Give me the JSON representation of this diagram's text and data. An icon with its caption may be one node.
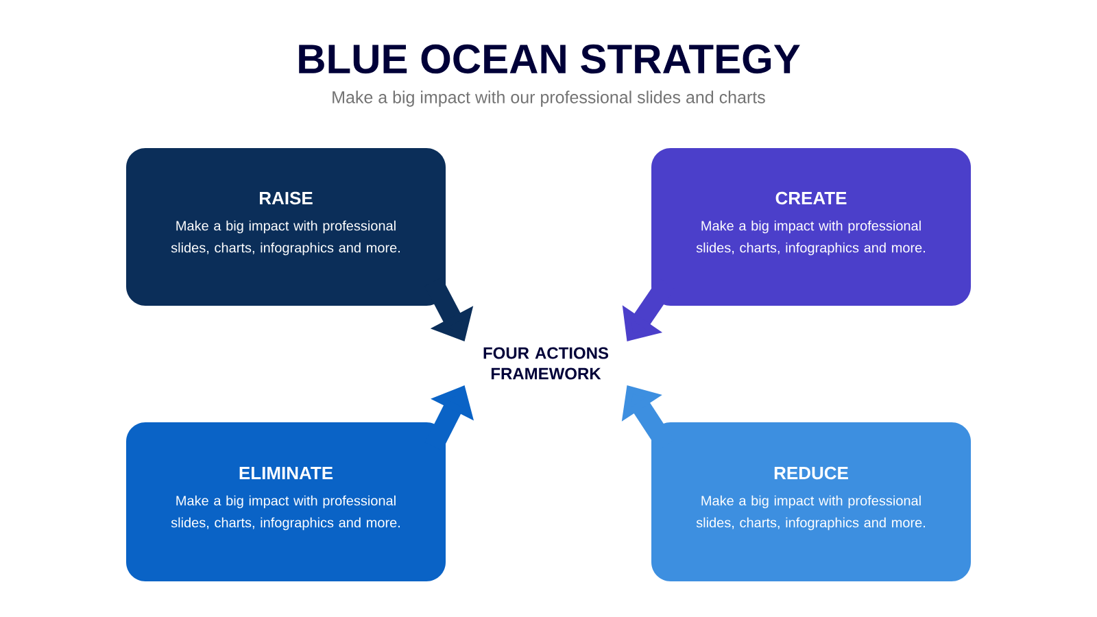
{
  "diagram": {
    "title": "BLUE OCEAN STRATEGY",
    "nodes": [
      {
        "text": [
          "RAISE",
          "Make a big impact with professional slides, charts, infographics and more."
        ]
      },
      {
        "text": [
          "CREATE",
          "Make a big impact with professional slides, charts, infographics and more."
        ]
      },
      {
        "text": [
          "FOUR ACTIONS FRAMEWORK"
        ]
      },
      {
        "text": [
          "ELIMINATE",
          "Make a big impact with professional slides, charts, infographics and more."
        ]
      },
      {
        "text": [
          "REDUCE",
          "Make a big impact with professional slides, charts, infographics and more."
        ]
      }
    ],
    "edges": [
      {
        "from": 0,
        "to": 2,
        "arrow": "to",
        "color": "#0b2e59"
      },
      {
        "from": 1,
        "to": 2,
        "arrow": "to",
        "color": "#4b3fca"
      },
      {
        "from": 3,
        "to": 2,
        "arrow": "to",
        "color": "#0a63c6"
      },
      {
        "from": 4,
        "to": 2,
        "arrow": "to",
        "color": "#3d8fe0"
      }
    ],
    "labels": [
      "Make a big impact with our professional slides and charts"
    ]
  }
}
